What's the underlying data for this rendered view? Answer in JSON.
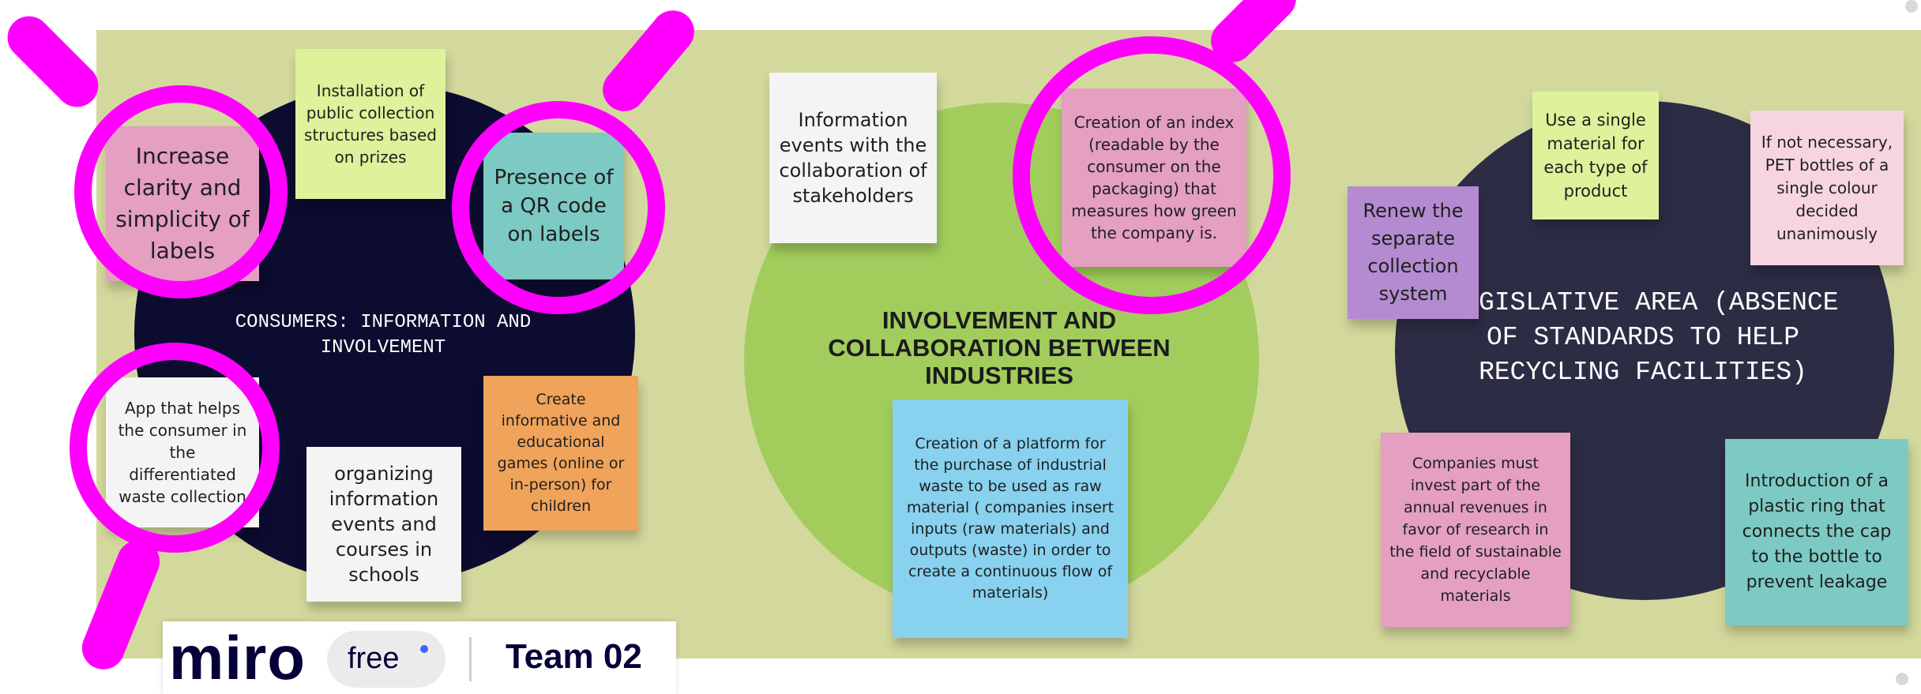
{
  "clusters": {
    "consumers_title": "CONSUMERS: INFORMATION AND INVOLVEMENT",
    "industries_title": "INVOLVEMENT AND COLLABORATION BETWEEN INDUSTRIES",
    "legislative_title": "LEGISLATIVE AREA (ABSENCE OF STANDARDS TO HELP RECYCLING FACILITIES)"
  },
  "notes": {
    "clarity_labels": "Increase clarity and simplicity of labels",
    "public_collection": "Installation of public collection structures based on prizes",
    "qr_code": "Presence of a QR code on labels",
    "app_helps": "App that helps the consumer in the differentiated waste collection",
    "organizing_events": "organizing information events and courses in schools",
    "educational_games": "Create informative and educational games (online or in-person) for children",
    "info_events_stakeholders": "Information events with the collaboration of stakeholders",
    "green_index": "Creation of an index (readable by the consumer on the packaging) that measures how green the company is.",
    "waste_platform": "Creation of a platform for the purchase of industrial waste to be used as raw material ( companies insert inputs (raw materials) and outputs (waste) in order to create a continuous flow of materials)",
    "renew_collection": "Renew the separate collection system",
    "single_material": "Use a single material for each type of product",
    "pet_bottles": "If not necessary, PET bottles of a single colour decided unanimously",
    "invest_revenues": "Companies must invest part of the annual revenues in favor of research in the field of sustainable and recyclable materials",
    "plastic_ring": "Introduction of a plastic ring that connects the cap to the bottle to prevent leakage"
  },
  "colors": {
    "board": "#d3d99c",
    "dark_circle": "#0c0b30",
    "green_circle": "#a2cd5d",
    "slate_circle": "#2d2c45",
    "highlight": "#ff00ff",
    "sticky_pink": "#e49fc1",
    "sticky_lime": "#ddf29a",
    "sticky_teal": "#7ccac3",
    "sticky_white": "#f4f4f4",
    "sticky_orange": "#f0a35a",
    "sticky_blue": "#88d1ef",
    "sticky_purple": "#b48bd1",
    "sticky_lightpink": "#f6d5e0"
  },
  "watermark": {
    "logo": "miro",
    "plan": "free",
    "team": "Team 02"
  },
  "icons": {
    "magnifier": "magnifier-icon"
  }
}
